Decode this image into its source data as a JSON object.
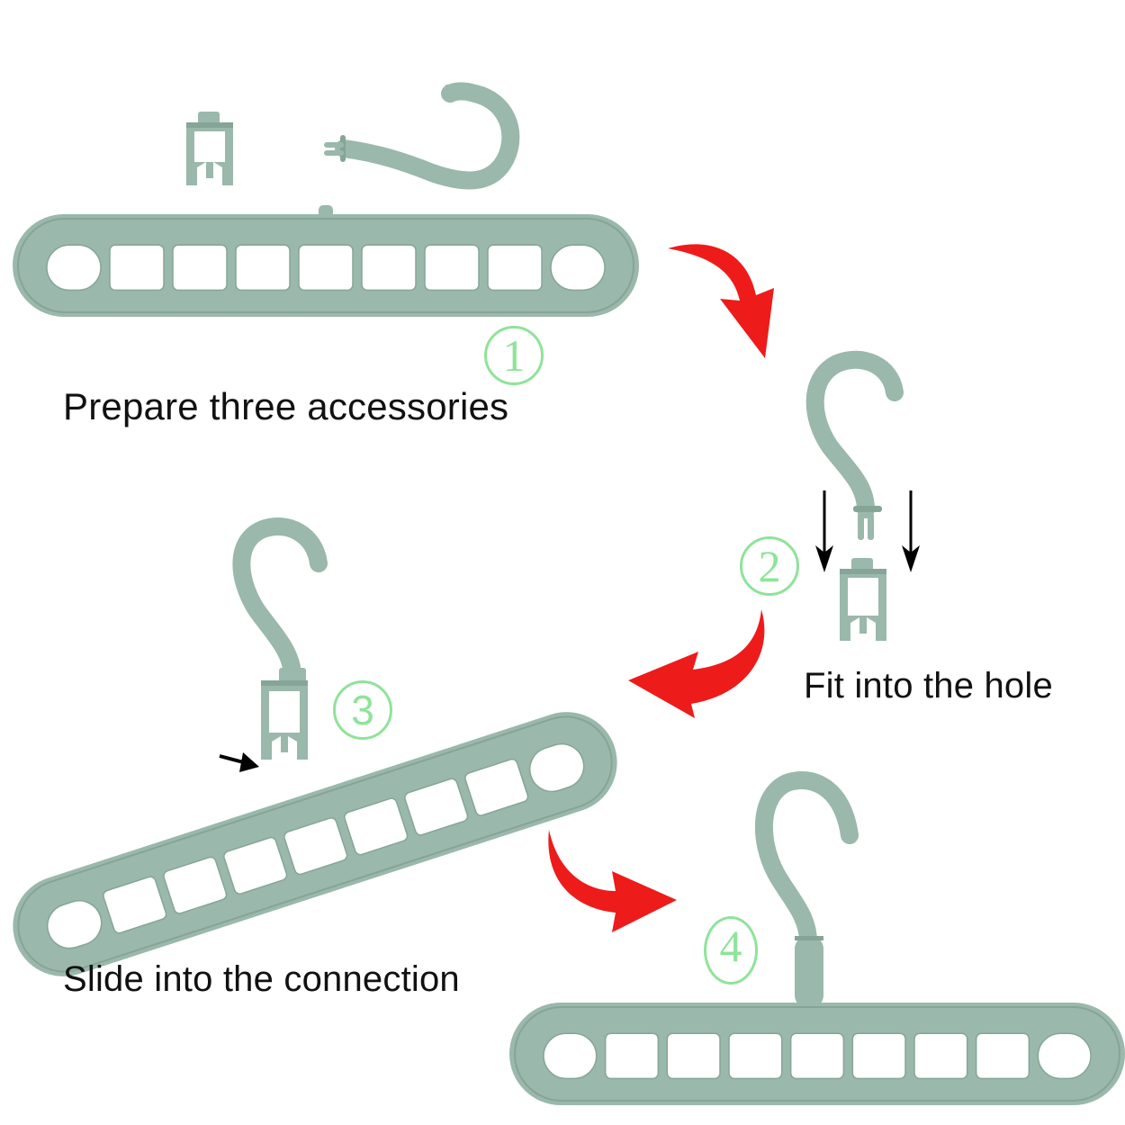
{
  "title": "Hanger assembly instructions",
  "colors": {
    "hanger": "#9ab8ab",
    "hanger_shade": "#86a597",
    "arrow_red": "#ee1b1b",
    "badge_green": "#8fe39a",
    "text": "#111111",
    "pointer_arrow": "#000000"
  },
  "steps": [
    {
      "number": "1",
      "caption": "Prepare three accessories",
      "parts": [
        "connector-clip",
        "swivel-hook",
        "hanger-bar"
      ]
    },
    {
      "number": "2",
      "caption": "Fit into the hole",
      "parts": [
        "swivel-hook",
        "connector-clip"
      ]
    },
    {
      "number": "3",
      "caption": "Slide into the connection",
      "parts": [
        "hook-with-clip",
        "hanger-bar"
      ]
    },
    {
      "number": "4",
      "caption": "",
      "parts": [
        "assembled-hanger"
      ]
    }
  ],
  "hanger_bar": {
    "hole_count": 9
  },
  "flow_arrows": [
    {
      "from": "1",
      "to": "2",
      "direction": "down-right"
    },
    {
      "from": "2",
      "to": "3",
      "direction": "down-left"
    },
    {
      "from": "3",
      "to": "4",
      "direction": "down-right"
    }
  ]
}
